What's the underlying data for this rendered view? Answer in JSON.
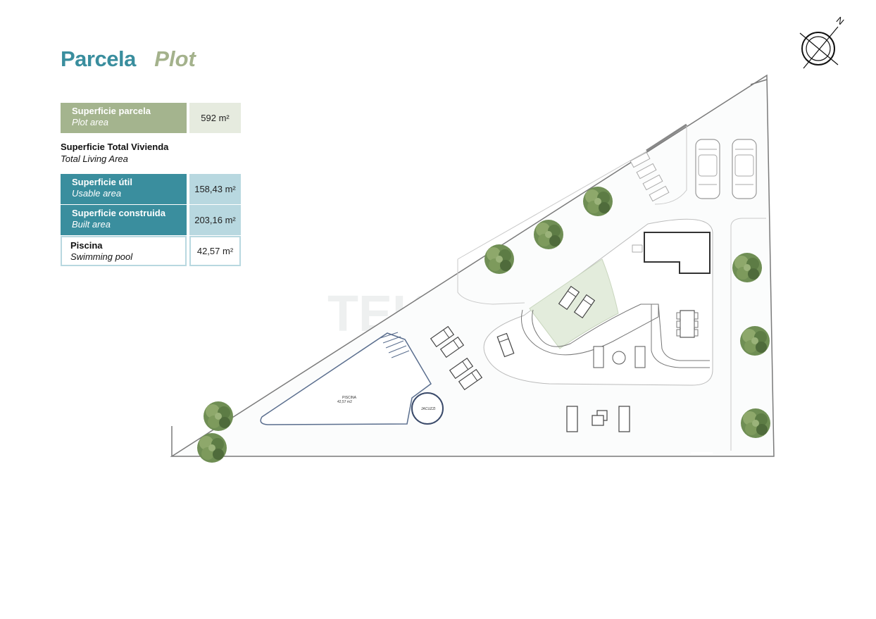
{
  "title": {
    "es": "Parcela",
    "en": "Plot"
  },
  "plot_area": {
    "label_es": "Superficie parcela",
    "label_en": "Plot area",
    "value": "592 m²"
  },
  "total_living": {
    "label_es": "Superficie Total Vivienda",
    "label_en": "Total Living Area"
  },
  "usable_area": {
    "label_es": "Superficie útil",
    "label_en": "Usable area",
    "value": "158,43 m²"
  },
  "built_area": {
    "label_es": "Superficie construida",
    "label_en": "Built area",
    "value": "203,16 m²"
  },
  "pool": {
    "label_es": "Piscina",
    "label_en": "Swimming pool",
    "value": "42,57 m²"
  },
  "plan": {
    "compass_label": "N",
    "pool_label": "PISCINA",
    "pool_area_label": "42,57 m2",
    "jacuzzi_label": "JACUZZI",
    "watermark": "TEKO"
  },
  "colors": {
    "teal": "#3a8e9e",
    "sage": "#a4b48e",
    "light_teal": "#b8d8e0",
    "pool_line": "#5a6e8e"
  }
}
